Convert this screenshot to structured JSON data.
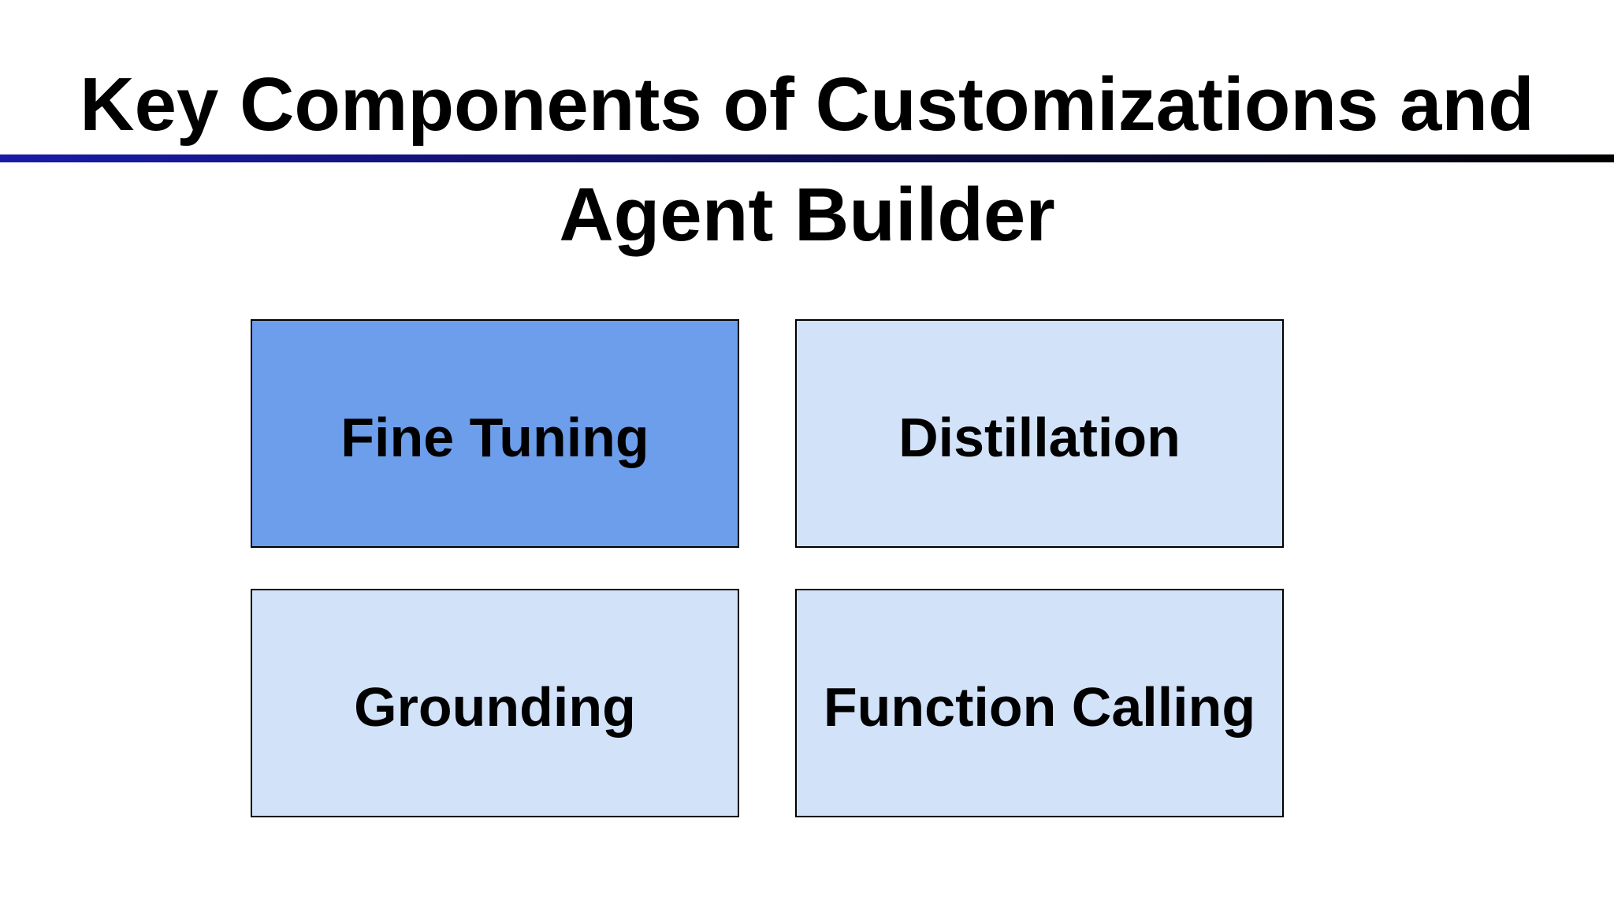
{
  "slide": {
    "title_line_1": "Key Components of Customizations and",
    "title_line_2": "Agent Builder",
    "rule_colors": [
      "#1a1aa8",
      "#000000"
    ]
  },
  "components": [
    {
      "label": "Fine Tuning",
      "fill": "#6d9eeb",
      "highlighted": true
    },
    {
      "label": "Distillation",
      "fill": "#d2e2f9",
      "highlighted": false
    },
    {
      "label": "Grounding",
      "fill": "#d2e2f9",
      "highlighted": false
    },
    {
      "label": "Function Calling",
      "fill": "#d2e2f9",
      "highlighted": false
    }
  ]
}
